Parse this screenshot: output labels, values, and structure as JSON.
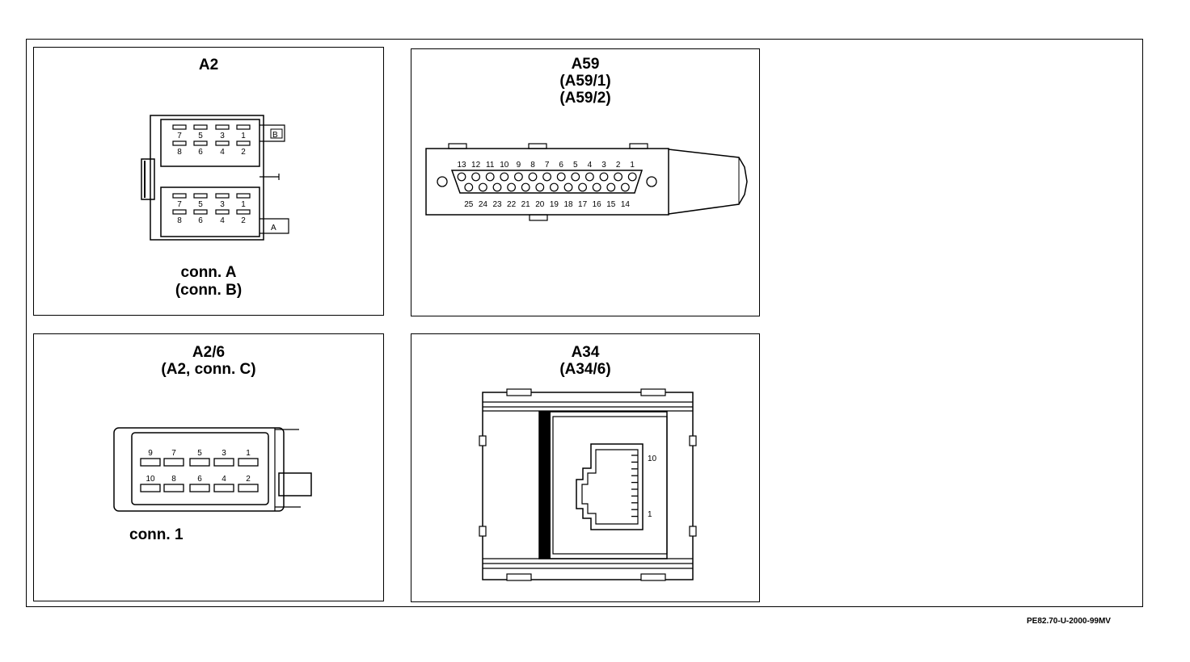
{
  "drawing_ref": "PE82.70-U-2000-99MV",
  "panels": {
    "a2": {
      "title": "A2",
      "caption_line1": "conn. A",
      "caption_line2": "(conn. B)",
      "label_b": "B",
      "label_a": "A",
      "top_row_pins": [
        "7",
        "5",
        "3",
        "1"
      ],
      "bottom_row_pins": [
        "8",
        "6",
        "4",
        "2"
      ]
    },
    "a59": {
      "title_line1": "A59",
      "title_line2": "(A59/1)",
      "title_line3": "(A59/2)",
      "top_row_pins": [
        "13",
        "12",
        "11",
        "10",
        "9",
        "8",
        "7",
        "6",
        "5",
        "4",
        "3",
        "2",
        "1"
      ],
      "bottom_row_pins": [
        "25",
        "24",
        "23",
        "22",
        "21",
        "20",
        "19",
        "18",
        "17",
        "16",
        "15",
        "14"
      ]
    },
    "a2_6": {
      "title_line1": "A2/6",
      "title_line2": "(A2, conn. C)",
      "caption": "conn. 1",
      "top_row_pins": [
        "9",
        "7",
        "5",
        "3",
        "1"
      ],
      "bottom_row_pins": [
        "10",
        "8",
        "6",
        "4",
        "2"
      ]
    },
    "a34": {
      "title_line1": "A34",
      "title_line2": "(A34/6)",
      "pin_high": "10",
      "pin_low": "1"
    }
  }
}
